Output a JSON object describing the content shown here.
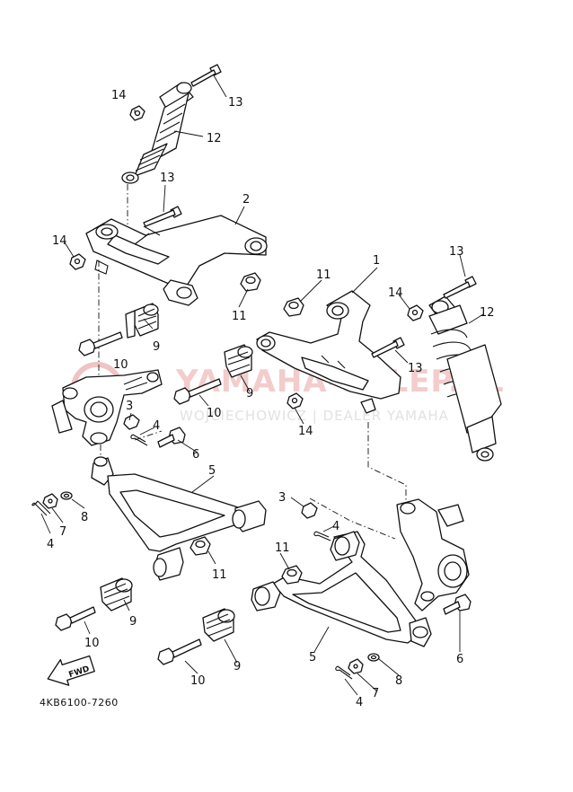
{
  "watermark": {
    "title": "YAMAHA-SKLEP.PL",
    "subtitle": "WOJCIECHOWICZ | DEALER YAMAHA",
    "accent_color": "#e8a3a3"
  },
  "diagram_code": "4KB6100-7260",
  "fwd_label": "FWD",
  "callouts": {
    "c1": "1",
    "c2": "2",
    "c3a": "3",
    "c3b": "3",
    "c4a": "4",
    "c4b": "4",
    "c4c": "4",
    "c4d": "4",
    "c5a": "5",
    "c5b": "5",
    "c6a": "6",
    "c6b": "6",
    "c7a": "7",
    "c7b": "7",
    "c8a": "8",
    "c8b": "8",
    "c9a": "9",
    "c9b": "9",
    "c9c": "9",
    "c9d": "9",
    "c10a": "10",
    "c10b": "10",
    "c10c": "10",
    "c10d": "10",
    "c11a": "11",
    "c11b": "11",
    "c11c": "11",
    "c11d": "11",
    "c12a": "12",
    "c12b": "12",
    "c13a": "13",
    "c13b": "13",
    "c13c": "13",
    "c13d": "13",
    "c14a": "14",
    "c14b": "14",
    "c14c": "14",
    "c14d": "14"
  }
}
